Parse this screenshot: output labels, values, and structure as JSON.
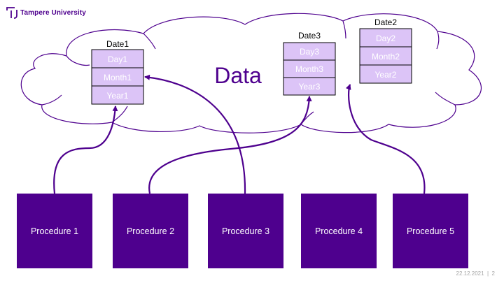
{
  "brand": {
    "name": "Tampere University",
    "accent": "#4e008e",
    "box_fill": "#dcc4f7"
  },
  "cloud_title": "Data",
  "records": [
    {
      "id": "date1",
      "title": "Date1",
      "fields": [
        "Day1",
        "Month1",
        "Year1"
      ]
    },
    {
      "id": "date3",
      "title": "Date3",
      "fields": [
        "Day3",
        "Month3",
        "Year3"
      ]
    },
    {
      "id": "date2",
      "title": "Date2",
      "fields": [
        "Day2",
        "Month2",
        "Year2"
      ]
    }
  ],
  "procedures": [
    "Procedure 1",
    "Procedure 2",
    "Procedure 3",
    "Procedure 4",
    "Procedure 5"
  ],
  "footer": {
    "date": "22.12.2021",
    "page": "2"
  }
}
